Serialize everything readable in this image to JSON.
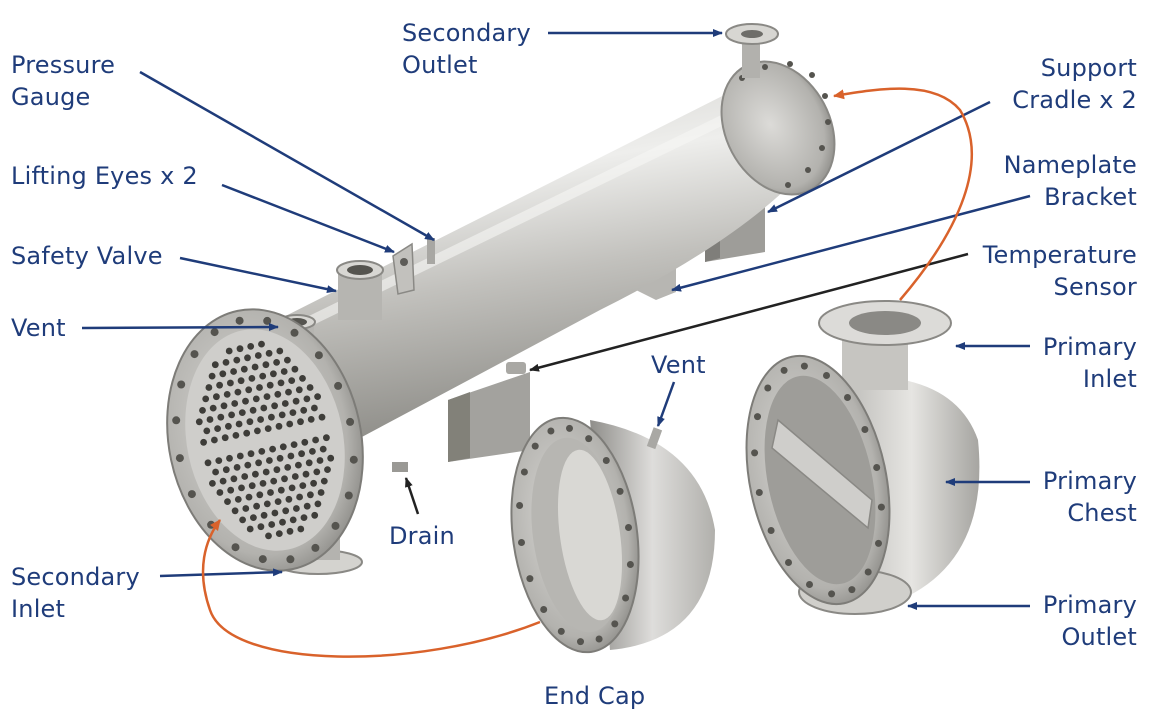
{
  "labels": {
    "secondary_outlet": "Secondary\nOutlet",
    "pressure_gauge": "Pressure\nGauge",
    "lifting_eyes": "Lifting Eyes x 2",
    "safety_valve": "Safety Valve",
    "vent_left": "Vent",
    "secondary_inlet": "Secondary\nInlet",
    "drain": "Drain",
    "vent_endcap": "Vent",
    "end_cap": "End Cap",
    "support_cradle": "Support\nCradle x 2",
    "nameplate_bracket": "Nameplate\nBracket",
    "temperature_sensor": "Temperature\nSensor",
    "primary_inlet": "Primary\nInlet",
    "primary_chest": "Primary\nChest",
    "primary_outlet": "Primary\nOutlet"
  },
  "colors": {
    "label_text": "#1f3c7a",
    "leader_line": "#1f3c7a",
    "flow_arrow": "#d9622b",
    "metal_light": "#e9e9e7",
    "metal_mid": "#b9b8b4",
    "metal_dark": "#7c7b77"
  }
}
